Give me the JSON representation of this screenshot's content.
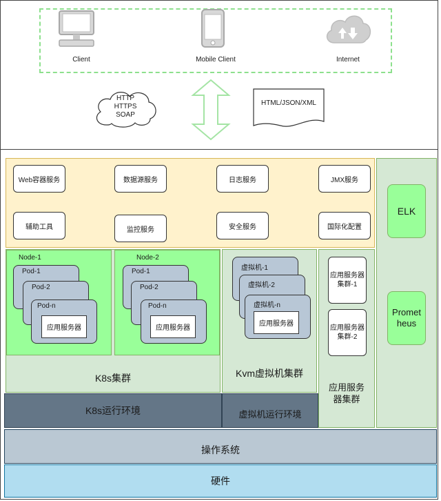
{
  "clients": {
    "client": "Client",
    "mobile_client": "Mobile Client",
    "internet": "Internet"
  },
  "protocols": [
    "HTTP",
    "HTTPS",
    "SOAP"
  ],
  "formats": "HTML/JSON/XML",
  "services": {
    "row1": [
      "Web容器服务",
      "数据源服务",
      "日志服务",
      "JMX服务"
    ],
    "row2": [
      "辅助工具",
      "监控服务",
      "安全服务",
      "国际化配置"
    ]
  },
  "monitoring": {
    "elk": "ELK",
    "prometheus": "Promet\nheus"
  },
  "k8s": {
    "node1": {
      "name": "Node-1",
      "pods": [
        "Pod-1",
        "Pod-2",
        "Pod-n"
      ],
      "app": "应用服务器"
    },
    "node2": {
      "name": "Node-2",
      "pods": [
        "Pod-1",
        "Pod-2",
        "Pod-n"
      ],
      "app": "应用服务器"
    },
    "cluster_label": "K8s集群",
    "runtime": "K8s运行环境"
  },
  "kvm": {
    "vms": [
      "虚拟机-1",
      "虚拟机-2",
      "虚拟机-n"
    ],
    "app": "应用服务器",
    "cluster_label": "Kvm虚拟机集群",
    "runtime": "虚拟机运行环境"
  },
  "app_cluster": {
    "c1": "应用服务器\n集群-1",
    "c2": "应用服务器\n集群-2",
    "label": "应用服务\n器集群"
  },
  "os": "操作系统",
  "hardware": "硬件"
}
